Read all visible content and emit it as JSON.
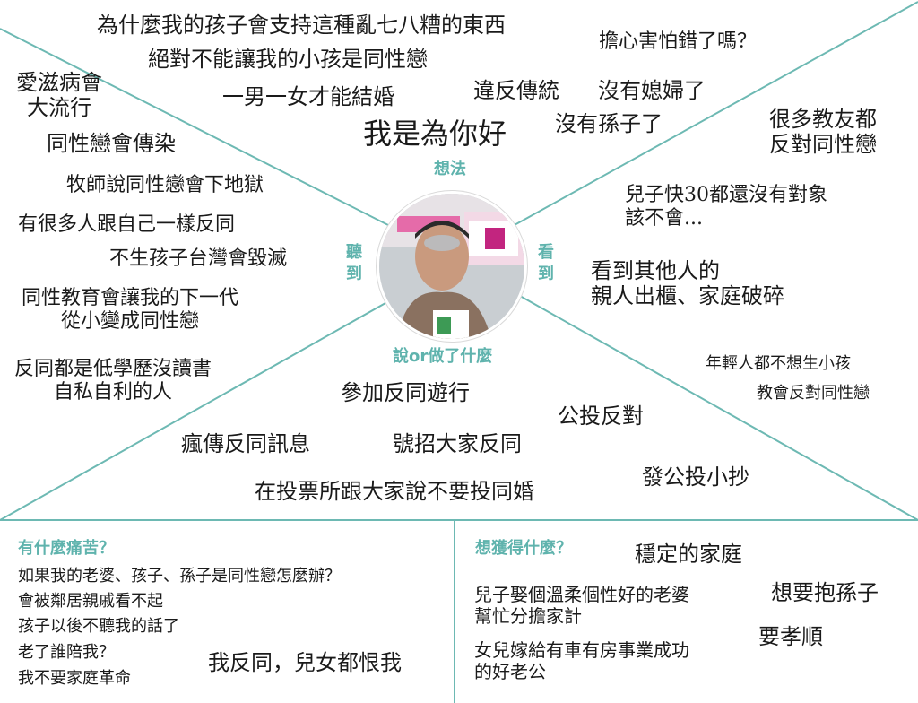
{
  "labels": {
    "think": "想法",
    "hear": "聽到",
    "see": "看到",
    "say_do": "說or做了什麼",
    "pain": "有什麼痛苦？",
    "gain": "想獲得什麼？"
  },
  "think": {
    "t1": "為什麼我的孩子會支持這種亂七八糟的東西",
    "t2": "絕對不能讓我的小孩是同性戀",
    "t3": "擔心害怕錯了嗎？",
    "t4": "一男一女才能結婚",
    "t5": "違反傳統",
    "t6": "沒有媳婦了",
    "t7": "我是為你好",
    "t8": "沒有孫子了"
  },
  "hear": {
    "h1": "愛滋病會\n大流行",
    "h2": "同性戀會傳染",
    "h3": "牧師說同性戀會下地獄",
    "h4": "有很多人跟自己一樣反同",
    "h5": "不生孩子台灣會毀滅",
    "h6": "同性教育會讓我的下一代\n從小變成同性戀",
    "h7": "反同都是低學歷沒讀書\n自私自利的人"
  },
  "see": {
    "s1": "很多教友都\n反對同性戀",
    "s2": "兒子快30都還沒有對象\n該不會...",
    "s3": "看到其他人的\n親人出櫃、家庭破碎",
    "s4": "年輕人都不想生小孩",
    "s5": "教會反對同性戀"
  },
  "say_do": {
    "d1": "參加反同遊行",
    "d2": "公投反對",
    "d3": "瘋傳反同訊息",
    "d4": "號招大家反同",
    "d5": "發公投小抄",
    "d6": "在投票所跟大家說不要投同婚"
  },
  "pain": {
    "p1": "如果我的老婆、孩子、孫子是同性戀怎麼辦？",
    "p2": "會被鄰居親戚看不起",
    "p3": "孩子以後不聽我的話了",
    "p4": "老了誰陪我？",
    "p5": "我不要家庭革命",
    "p6": "我反同，兒女都恨我"
  },
  "gain": {
    "g1": "穩定的家庭",
    "g2": "想要抱孫子",
    "g3": "兒子娶個溫柔個性好的老婆\n幫忙分擔家計",
    "g4": "要孝順",
    "g5": "女兒嫁給有車有房事業成功\n的好老公"
  },
  "colors": {
    "accent": "#5fb3ad"
  }
}
